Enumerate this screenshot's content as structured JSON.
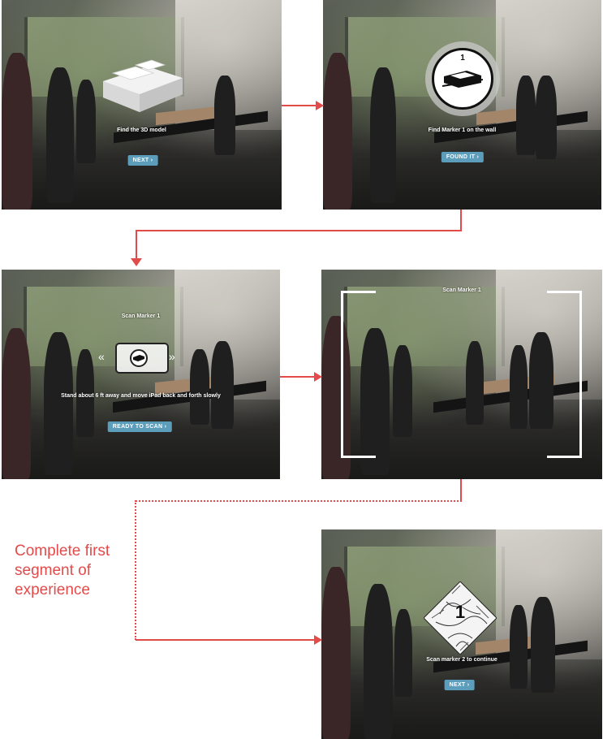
{
  "colors": {
    "accent": "#e34b4b",
    "button": "#5b9dbb"
  },
  "screens": [
    {
      "id": 1,
      "caption": "Find the 3D model",
      "button": "NEXT"
    },
    {
      "id": 2,
      "caption": "Find Marker 1 on the wall",
      "button": "FOUND IT",
      "marker_number": "1"
    },
    {
      "id": 3,
      "title": "Scan Marker 1",
      "caption": "Stand about 6 ft away and move iPad back and forth slowly",
      "button": "READY TO SCAN",
      "chevron_left": "«",
      "chevron_right": "»"
    },
    {
      "id": 4,
      "title": "Scan Marker 1"
    },
    {
      "id": 5,
      "caption": "Scan marker 2 to continue",
      "button": "NEXT",
      "marker_number": "1"
    }
  ],
  "annotation": {
    "lines": [
      "Complete first",
      "segment of",
      "experience"
    ]
  },
  "icons": [
    "chevron-right-icon",
    "building-model-icon",
    "marker-badge-icon",
    "ipad-icon",
    "scan-bracket-icon",
    "patterned-diamond-icon"
  ]
}
